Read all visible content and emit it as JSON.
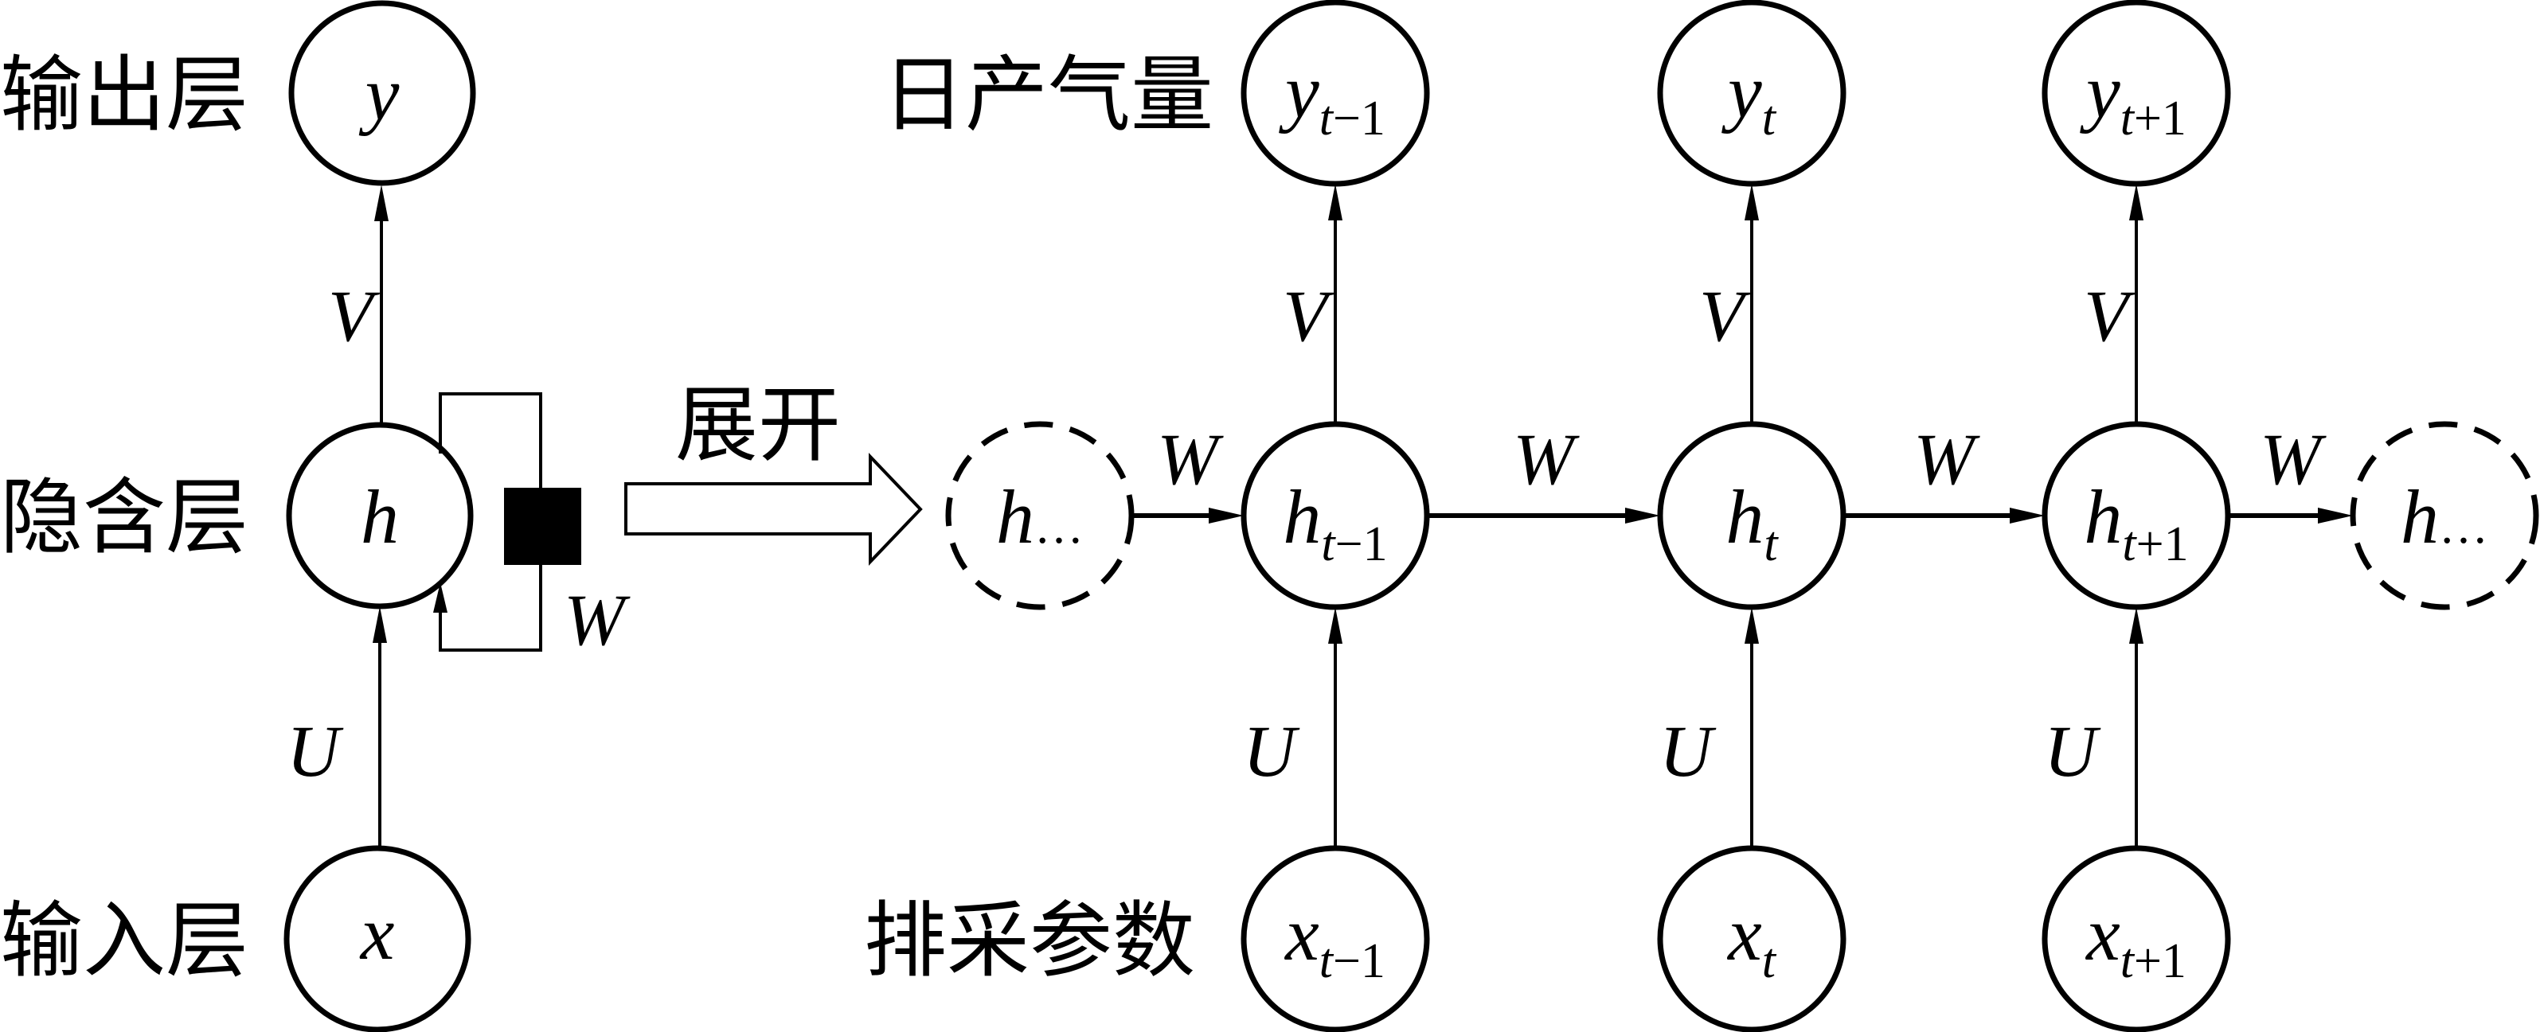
{
  "figure": {
    "type": "rnn-unfold-diagram",
    "colors": {
      "stroke": "#000000",
      "background": "#ffffff",
      "weight_block": "#000000"
    }
  },
  "folded": {
    "layer_labels": {
      "output": "输出层",
      "hidden": "隐含层",
      "input": "输入层"
    },
    "nodes": {
      "output": {
        "symbol": "y",
        "subscript": ""
      },
      "hidden": {
        "symbol": "h",
        "subscript": ""
      },
      "input": {
        "symbol": "x",
        "subscript": ""
      }
    },
    "weights": {
      "input_to_hidden": "U",
      "hidden_to_output": "V",
      "recurrent": "W"
    }
  },
  "unfold_label": "展开",
  "unfolded": {
    "row_labels": {
      "output": "日产气量",
      "input": "排采参数"
    },
    "steps": [
      {
        "y": {
          "symbol": "y",
          "subscript": "t−1"
        },
        "h": {
          "symbol": "h",
          "subscript": "t−1"
        },
        "x": {
          "symbol": "x",
          "subscript": "t−1"
        },
        "U": "U",
        "V": "V"
      },
      {
        "y": {
          "symbol": "y",
          "subscript": "t"
        },
        "h": {
          "symbol": "h",
          "subscript": "t"
        },
        "x": {
          "symbol": "x",
          "subscript": "t"
        },
        "U": "U",
        "V": "V"
      },
      {
        "y": {
          "symbol": "y",
          "subscript": "t+1"
        },
        "h": {
          "symbol": "h",
          "subscript": "t+1"
        },
        "x": {
          "symbol": "x",
          "subscript": "t+1"
        },
        "U": "U",
        "V": "V"
      }
    ],
    "ellipsis_nodes": [
      {
        "symbol": "h",
        "subscript": "…"
      },
      {
        "symbol": "h",
        "subscript": "…"
      }
    ],
    "recurrent_weight_labels": [
      "W",
      "W",
      "W",
      "W"
    ]
  }
}
